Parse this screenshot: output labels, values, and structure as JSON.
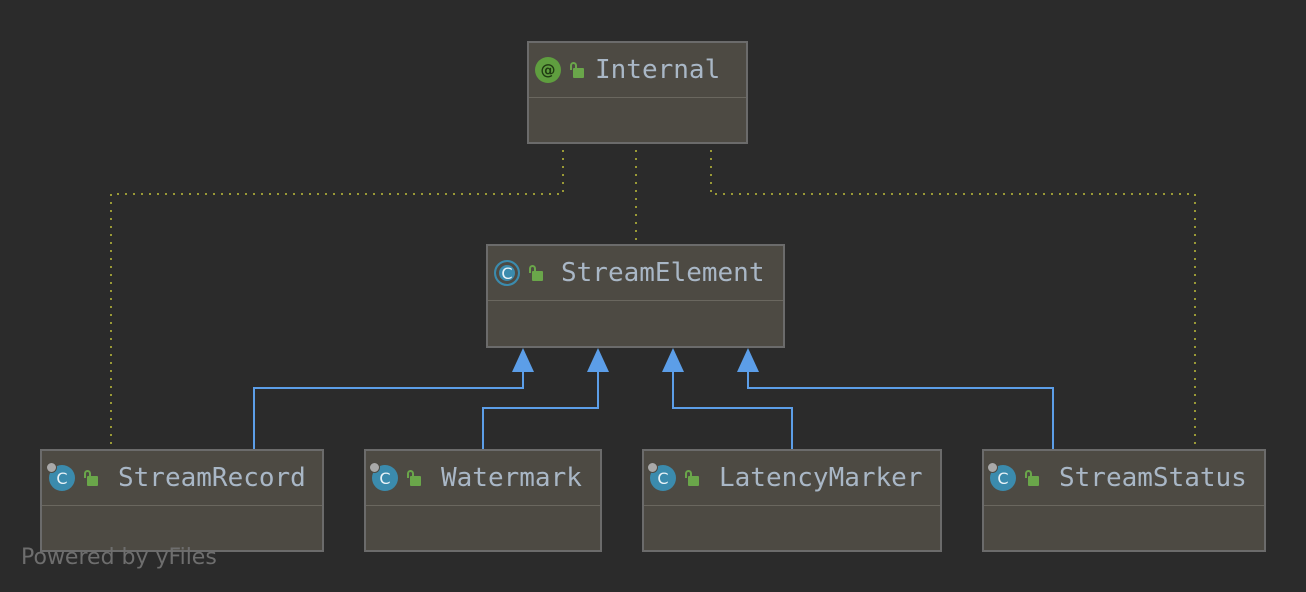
{
  "diagram": {
    "nodes": {
      "internal": {
        "name": "Internal",
        "kind": "annotation",
        "kind_glyph": "@",
        "visibility": "public-lock-icon"
      },
      "stream_element": {
        "name": "StreamElement",
        "kind": "abstract-class",
        "kind_glyph": "C",
        "visibility": "public-lock-icon"
      },
      "stream_record": {
        "name": "StreamRecord",
        "kind": "final-class",
        "kind_glyph": "C",
        "visibility": "public-lock-icon"
      },
      "watermark": {
        "name": "Watermark",
        "kind": "final-class",
        "kind_glyph": "C",
        "visibility": "public-lock-icon"
      },
      "latency_marker": {
        "name": "LatencyMarker",
        "kind": "final-class",
        "kind_glyph": "C",
        "visibility": "public-lock-icon"
      },
      "stream_status": {
        "name": "StreamStatus",
        "kind": "final-class",
        "kind_glyph": "C",
        "visibility": "public-lock-icon"
      }
    },
    "edges": [
      {
        "from": "stream_element",
        "to": "internal",
        "type": "annotated-by",
        "style": "dotted"
      },
      {
        "from": "stream_record",
        "to": "internal",
        "type": "annotated-by",
        "style": "dotted"
      },
      {
        "from": "stream_status",
        "to": "internal",
        "type": "annotated-by",
        "style": "dotted"
      },
      {
        "from": "stream_record",
        "to": "stream_element",
        "type": "extends",
        "style": "solid-arrow"
      },
      {
        "from": "watermark",
        "to": "stream_element",
        "type": "extends",
        "style": "solid-arrow"
      },
      {
        "from": "latency_marker",
        "to": "stream_element",
        "type": "extends",
        "style": "solid-arrow"
      },
      {
        "from": "stream_status",
        "to": "stream_element",
        "type": "extends",
        "style": "solid-arrow"
      }
    ],
    "colors": {
      "background": "#2b2b2b",
      "node_fill": "#4d4a43",
      "node_border": "#6b6b6b",
      "text": "#a9b7c6",
      "extends_edge": "#5c9ee8",
      "annotation_edge": "#9a9a36",
      "annotation_icon": "#5f9e3f",
      "class_icon": "#3b8bad",
      "lock_icon": "#6aa64a"
    }
  },
  "watermark": "Powered by yFiles"
}
